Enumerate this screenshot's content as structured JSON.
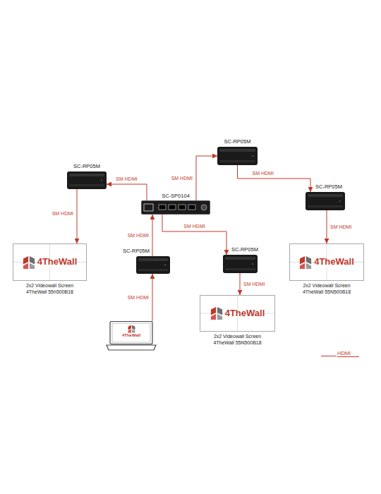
{
  "diagram": {
    "nodes": [
      {
        "text": [
          "SC-RP05M"
        ]
      },
      {
        "text": [
          "SC-RP05M"
        ]
      },
      {
        "text": [
          "SC-RP05M"
        ]
      },
      {
        "text": [
          "SC-SP0104"
        ]
      },
      {
        "text": [
          "4TheWall",
          "2x2 Videowall Screen 4TheWall 55h500B18"
        ]
      },
      {
        "text": [
          "4TheWall",
          "2x2 Videowall Screen 4TheWall 55N500B18"
        ]
      },
      {
        "text": [
          "SC-RP05M"
        ]
      },
      {
        "text": [
          "SC-RP05M"
        ]
      },
      {
        "text": [
          "4TheWall",
          "2x2 Videowall Screen 4TheWall 55N500B18"
        ]
      },
      {
        "text": [
          "4TheWall"
        ]
      }
    ],
    "edges": [
      {
        "from": 9,
        "to": 6,
        "arrow": "to",
        "label": "SM HDMI"
      },
      {
        "from": 6,
        "to": 3,
        "arrow": "to",
        "label": "SM HDMI"
      },
      {
        "from": 3,
        "to": 1,
        "arrow": "to",
        "label": "SM HDMI"
      },
      {
        "from": 1,
        "to": 4,
        "arrow": "to",
        "label": "SM HDMI"
      },
      {
        "from": 3,
        "to": 0,
        "arrow": "to",
        "label": "SM HDMI"
      },
      {
        "from": 0,
        "to": 2,
        "arrow": "to",
        "label": "SM HDMI"
      },
      {
        "from": 2,
        "to": 5,
        "arrow": "to",
        "label": "SM HDMI"
      },
      {
        "from": 3,
        "to": 7,
        "arrow": "to",
        "label": "SM HDMI"
      },
      {
        "from": 7,
        "to": 8,
        "arrow": "to",
        "label": "SM HDMI"
      }
    ],
    "legend": [
      {
        "text": "HDMI"
      }
    ]
  }
}
